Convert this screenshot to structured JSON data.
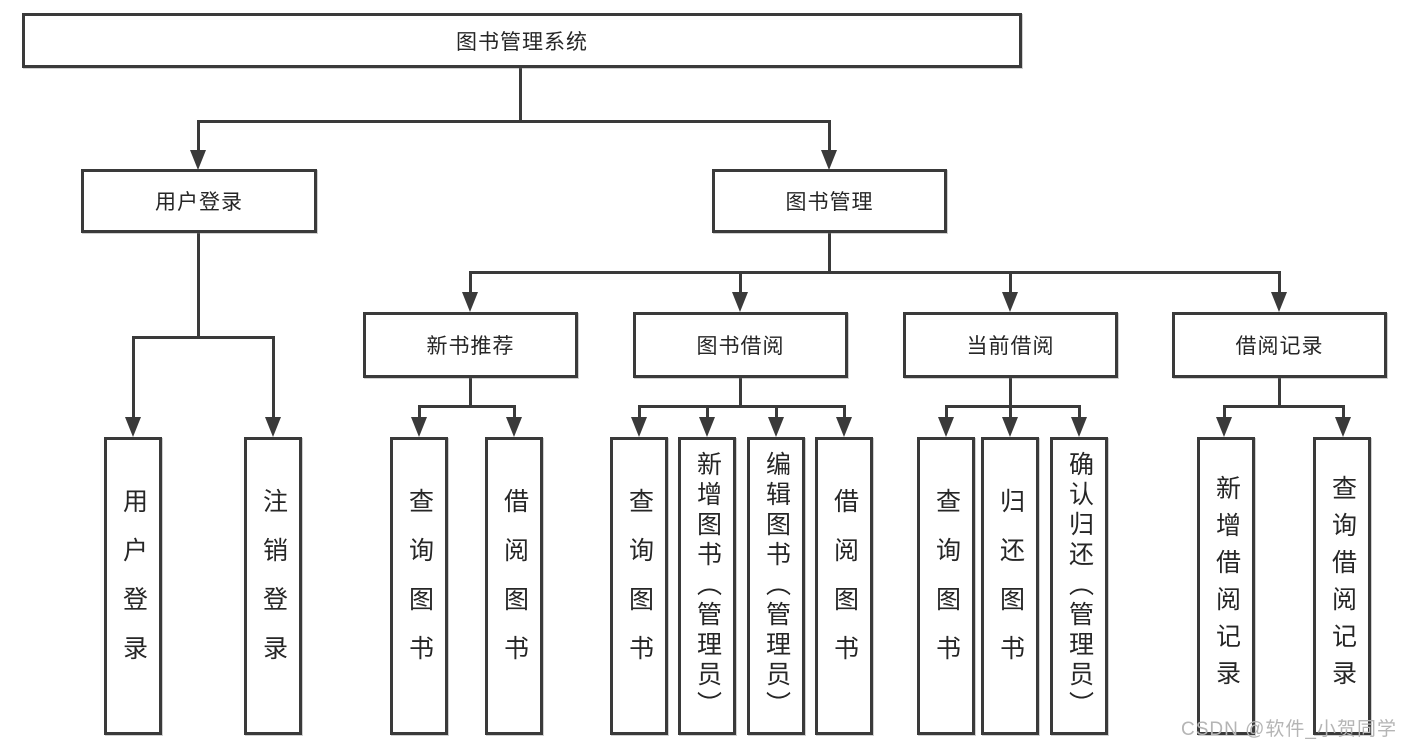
{
  "diagram": {
    "watermark": "CSDN @软件_小贺同学",
    "colors": {
      "line": "#3a3a3a",
      "text": "#262626",
      "background": "#ffffff",
      "watermark": "#b5b5b5"
    },
    "tree": {
      "root": {
        "label": "图书管理系统"
      },
      "branches": [
        {
          "label": "用户登录",
          "children": [
            {
              "label": "用户登录"
            },
            {
              "label": "注销登录"
            }
          ]
        },
        {
          "label": "图书管理",
          "children": [
            {
              "label": "新书推荐",
              "children": [
                {
                  "label": "查询图书"
                },
                {
                  "label": "借阅图书"
                }
              ]
            },
            {
              "label": "图书借阅",
              "children": [
                {
                  "label": "查询图书"
                },
                {
                  "label": "新增图书（管理员）"
                },
                {
                  "label": "编辑图书（管理员）"
                },
                {
                  "label": "借阅图书"
                }
              ]
            },
            {
              "label": "当前借阅",
              "children": [
                {
                  "label": "查询图书"
                },
                {
                  "label": "归还图书"
                },
                {
                  "label": "确认归还（管理员）"
                }
              ]
            },
            {
              "label": "借阅记录",
              "children": [
                {
                  "label": "新增借阅记录"
                },
                {
                  "label": "查询借阅记录"
                }
              ]
            }
          ]
        }
      ]
    }
  }
}
